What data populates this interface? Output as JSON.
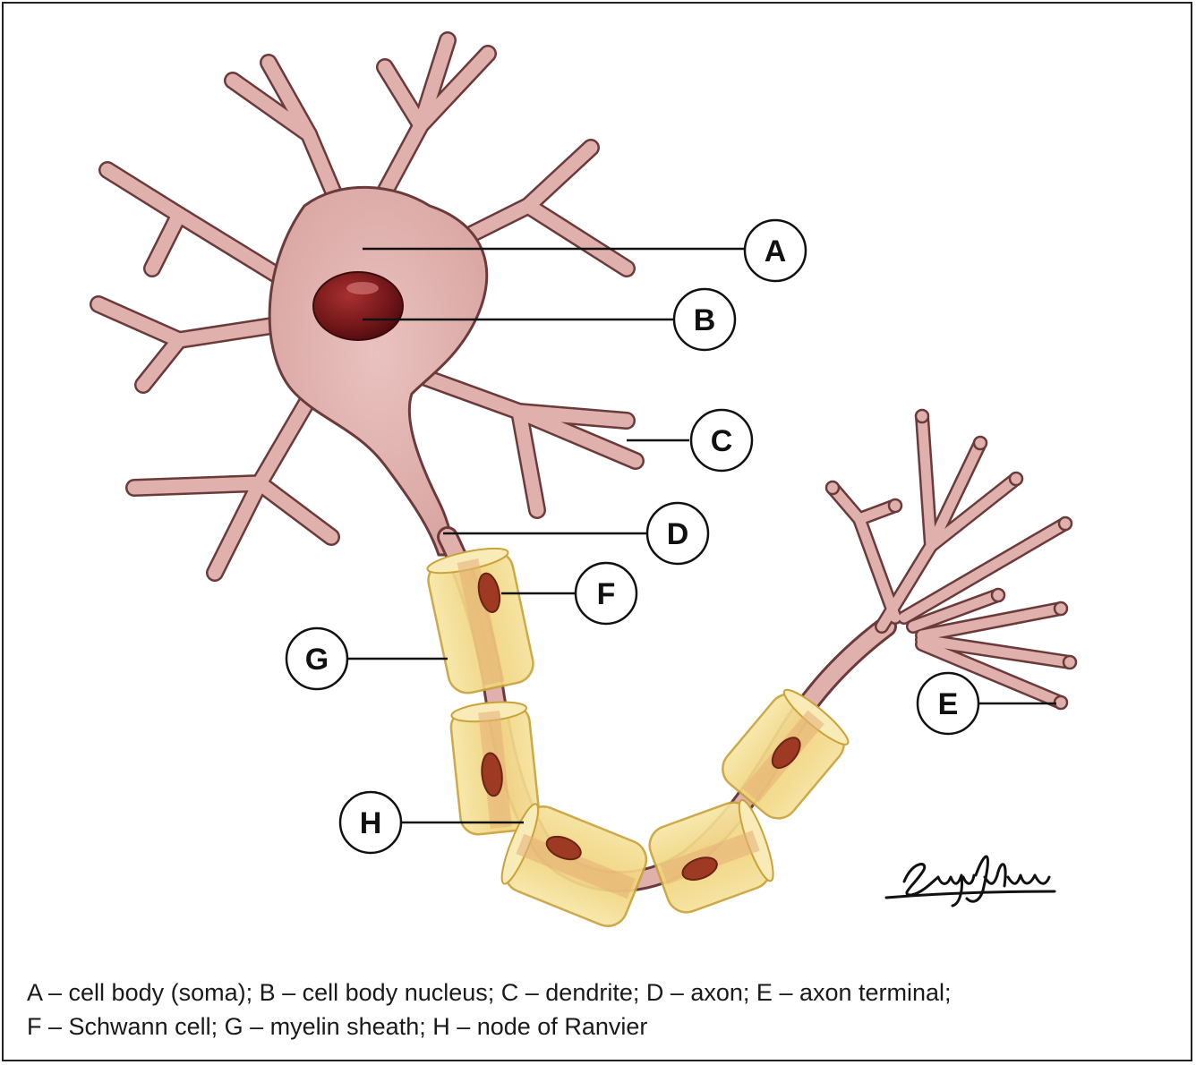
{
  "callouts": {
    "A": "A",
    "B": "B",
    "C": "C",
    "D": "D",
    "E": "E",
    "F": "F",
    "G": "G",
    "H": "H"
  },
  "caption": {
    "line1": "A – cell body (soma); B – cell body nucleus; C – dendrite; D – axon; E – axon terminal;",
    "line2": "F – Schwann cell; G – myelin sheath; H – node of Ranvier"
  },
  "signature": "Sergio Liborino",
  "colors": {
    "cell": "#e0b0ad",
    "cell_outline": "#6b3a3a",
    "nucleus": "#7a1a1c",
    "myelin": "#f3dc8a",
    "schwann_nucleus": "#9e3a24"
  }
}
